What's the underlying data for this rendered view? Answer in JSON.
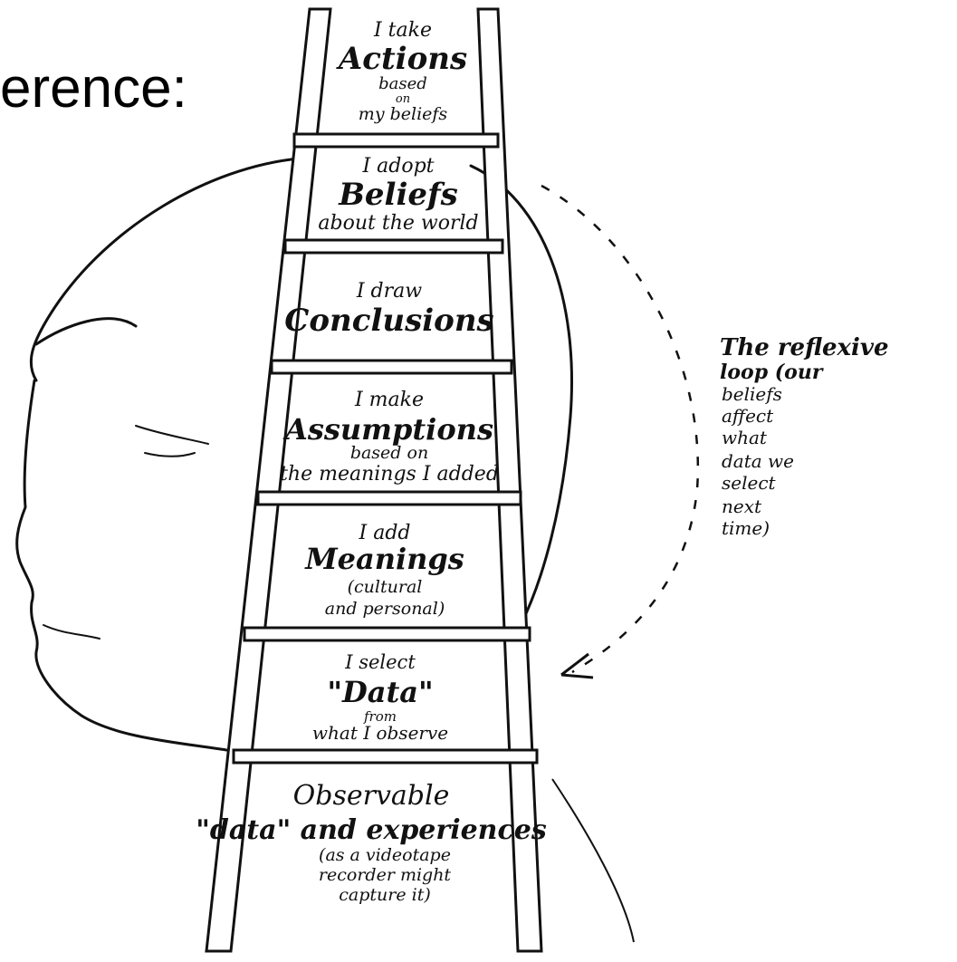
{
  "title_fragment": "erence:",
  "rungs": [
    {
      "lines": [
        "I take",
        "Actions",
        "based",
        "on",
        "my beliefs"
      ]
    },
    {
      "lines": [
        "I adopt",
        "Beliefs",
        "about the world"
      ]
    },
    {
      "lines": [
        "I draw",
        "Conclusions"
      ]
    },
    {
      "lines": [
        "I make",
        "Assumptions",
        "based on",
        "the meanings I added"
      ]
    },
    {
      "lines": [
        "I add",
        "Meanings",
        "(cultural",
        "and personal)"
      ]
    },
    {
      "lines": [
        "I select",
        "\"Data\"",
        "from",
        "what I observe"
      ]
    },
    {
      "lines": [
        "Observable",
        "\"data\" and experiences",
        "(as a videotape",
        "recorder might",
        "capture it)"
      ]
    }
  ],
  "loop_note": {
    "lines": [
      "The reflexive",
      "loop (our",
      "beliefs",
      "affect",
      "what",
      "data we",
      "select",
      "next",
      "time)"
    ]
  },
  "colors": {
    "ink": "#111111",
    "background": "#ffffff"
  }
}
